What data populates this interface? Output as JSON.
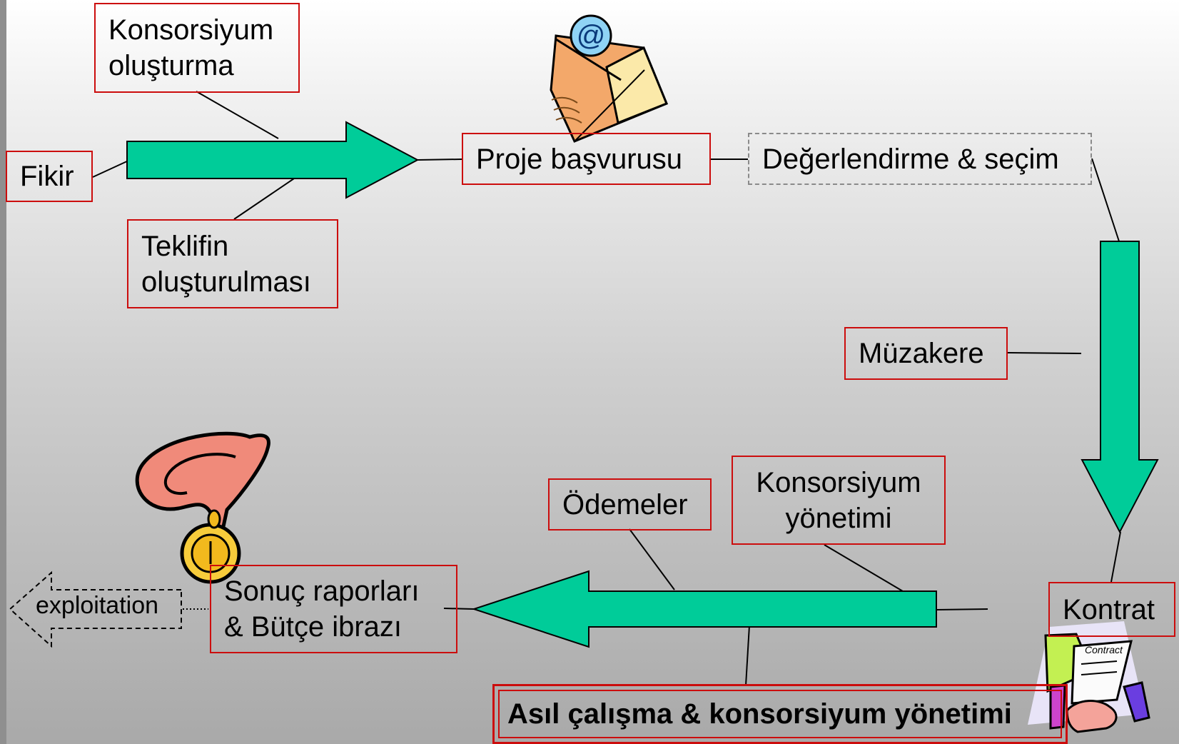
{
  "diagram": {
    "nodes": {
      "konsorsiyum_olusturma": "Konsorsiyum oluşturma",
      "fikir": "Fikir",
      "teklifin_olusturulmasi": "Teklifin oluşturulması",
      "proje_basvurusu": "Proje başvurusu",
      "degerlendirme_secim": "Değerlendirme & seçim",
      "muzakere": "Müzakere",
      "kontrat": "Kontrat",
      "konsorsiyum_yonetimi": "Konsorsiyum yönetimi",
      "odemeler": "Ödemeler",
      "sonuc_raporlari": "Sonuç raporları & Bütçe ibrazı",
      "asil_calisma": "Asıl çalışma & konsorsiyum yönetimi",
      "exploitation": "exploitation"
    },
    "colors": {
      "arrow_fill": "#00cc99",
      "box_border": "#cc0d0d",
      "dashed_border": "#8a8a8a",
      "connector": "#000000"
    },
    "icons": [
      "email-envelope-icon",
      "medal-icon",
      "contract-handshake-icon"
    ]
  }
}
